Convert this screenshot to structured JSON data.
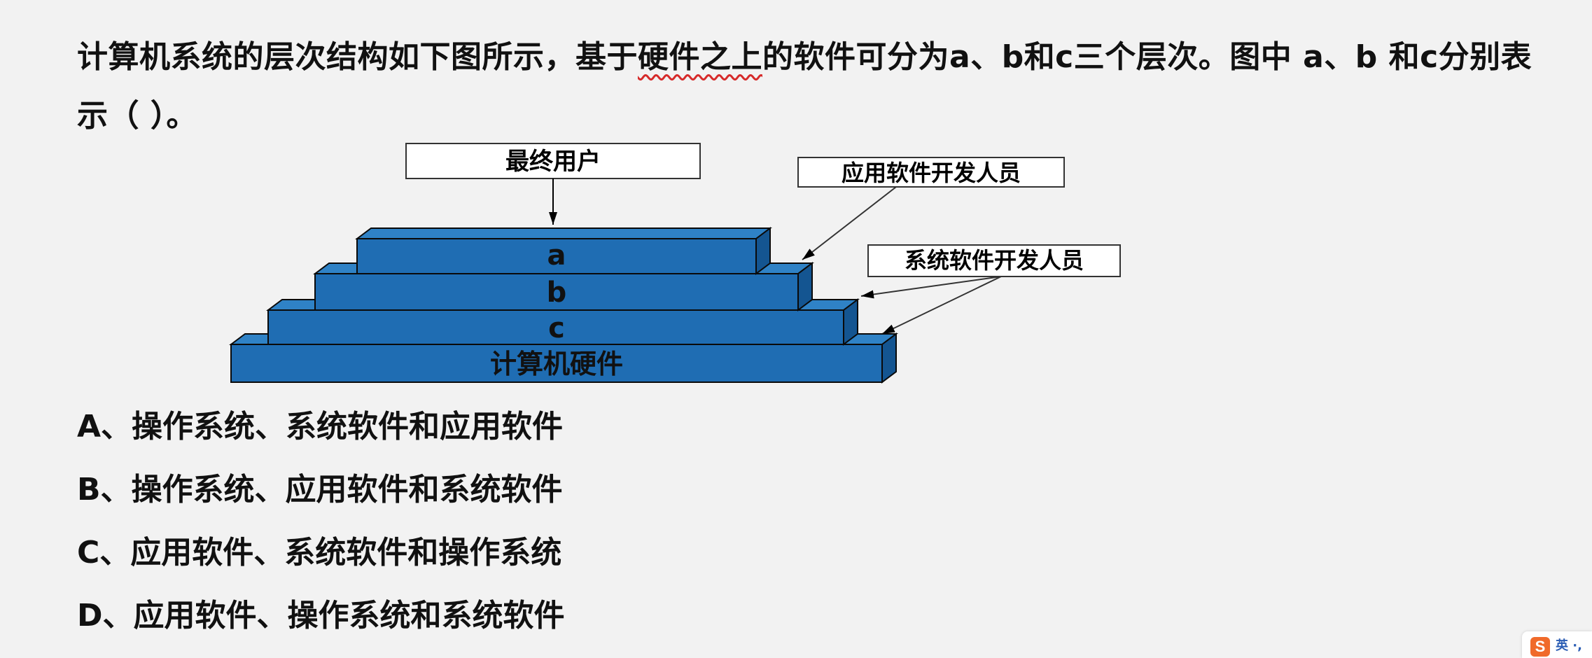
{
  "question": {
    "part1": "计算机系统的层次结构如下图所示，基于",
    "highlight": "硬件之上",
    "part2": "的软件可分为a、b和c三个层次。图中 a、b 和c分别表示（  ）。"
  },
  "diagram": {
    "end_user": "最终用户",
    "app_dev": "应用软件开发人员",
    "sys_dev": "系统软件开发人员",
    "layer_a": "a",
    "layer_b": "b",
    "layer_c": "c",
    "hardware": "计算机硬件",
    "colors": {
      "front": "#1f6db3",
      "top": "#2f82c6",
      "side": "#145591",
      "outline": "#0a0a0a"
    }
  },
  "options": [
    {
      "label": "A、操作系统、系统软件和应用软件"
    },
    {
      "label": "B、操作系统、应用软件和系统软件"
    },
    {
      "label": "C、应用软件、系统软件和操作系统"
    },
    {
      "label": "D、应用软件、操作系统和系统软件"
    }
  ],
  "ime": {
    "logo": "S",
    "text": "英 ·,"
  }
}
